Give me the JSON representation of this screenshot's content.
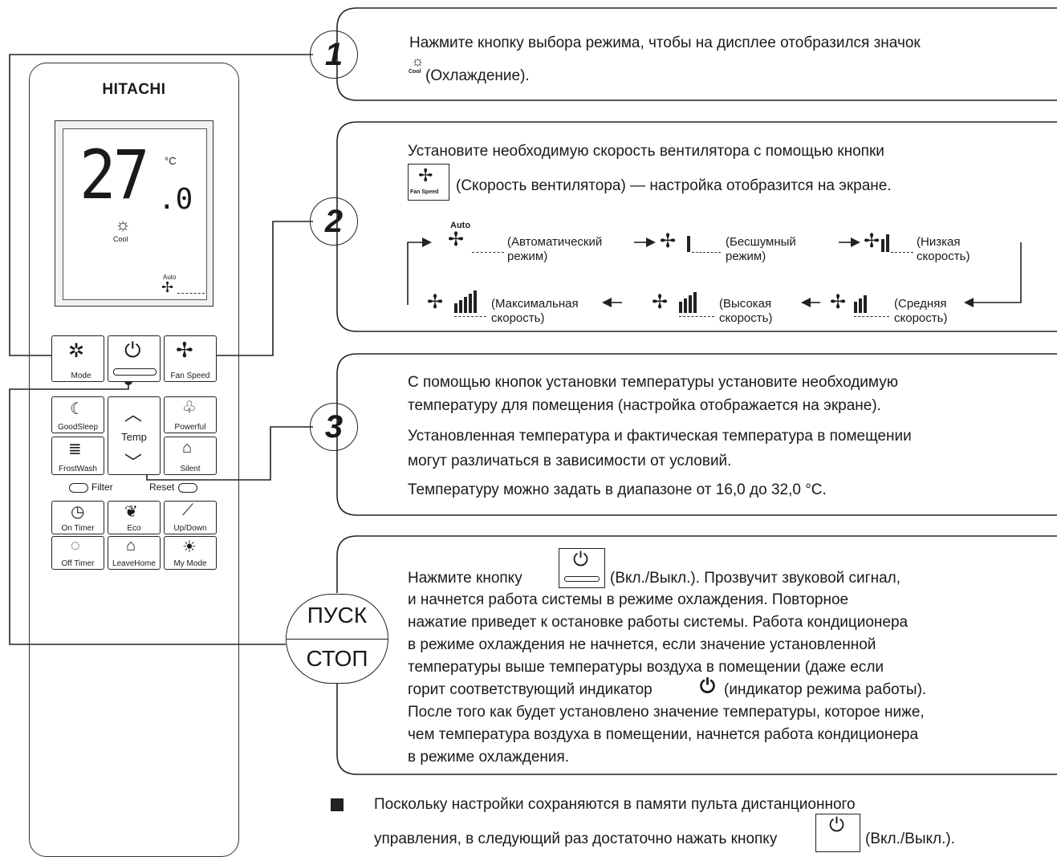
{
  "remote": {
    "brand": "HITACHI",
    "display": {
      "temp_main": "27",
      "temp_decimal": ".0",
      "unit": "°C",
      "mode_label": "Cool",
      "fan_label": "Auto"
    },
    "buttons": {
      "mode": "Mode",
      "fan_speed": "Fan Speed",
      "goodsleep": "GoodSleep",
      "temp": "Temp",
      "powerful": "Powerful",
      "frostwash": "FrostWash",
      "silent": "Silent",
      "filter": "Filter",
      "reset": "Reset",
      "on_timer": "On Timer",
      "eco": "Eco",
      "up_down": "Up/Down",
      "off_timer": "Off Timer",
      "leavehome": "LeaveHome",
      "my_mode": "My Mode"
    }
  },
  "steps": [
    {
      "number": "1"
    },
    {
      "number": "2"
    },
    {
      "number": "3"
    }
  ],
  "start_stop": {
    "top": "ПУСК",
    "bottom": "СТОП"
  },
  "box1": {
    "line1": "Нажмите кнопку выбора режима, чтобы на дисплее отобразился значок",
    "icon_label": "Cool",
    "line2": "(Охлаждение)."
  },
  "box2": {
    "line1": "Установите необходимую скорость вентилятора с помощью кнопки",
    "icon_label": "Fan Speed",
    "line2": "(Скорость вентилятора) — настройка отобразится на экране.",
    "auto_label": "Auto",
    "flow": {
      "auto_a": "(Автоматический",
      "auto_b": "режим)",
      "quiet_a": "(Бесшумный",
      "quiet_b": "режим)",
      "low_a": "(Низкая",
      "low_b": "скорость)",
      "max_a": "(Максимальная",
      "max_b": "скорость)",
      "high_a": "(Высокая",
      "high_b": "скорость)",
      "med_a": "(Средняя",
      "med_b": "скорость)"
    }
  },
  "box3": {
    "line1": "С помощью кнопок установки температуры установите необходимую",
    "line2": "температуру для помещения (настройка отображается на экране).",
    "line3": "Установленная температура и фактическая температура в помещении",
    "line4": "могут различаться в зависимости от условий.",
    "line5": "Температуру можно задать в диапазоне от 16,0 до 32,0 °C."
  },
  "box4": {
    "line1a": "Нажмите кнопку",
    "line1b": "(Вкл./Выкл.). Прозвучит звуковой сигнал,",
    "line2": "и начнется работа системы в режиме охлаждения. Повторное",
    "line3": "нажатие приведет к остановке работы системы. Работа кондиционера",
    "line4": "в режиме охлаждения не начнется, если значение установленной",
    "line5": "температуры выше температуры воздуха в помещении (даже если",
    "line6a": "горит соответствующий индикатор",
    "line6b": "(индикатор режима работы).",
    "line7": "После того как будет установлено значение температуры, которое ниже,",
    "line8": "чем температура воздуха в помещении, начнется работа кондиционера",
    "line9": "в режиме охлаждения."
  },
  "note": {
    "line1": "Поскольку настройки сохраняются в памяти пульта дистанционного",
    "line2a": "управления, в следующий раз достаточно нажать кнопку",
    "line2b": "(Вкл./Выкл.)."
  }
}
